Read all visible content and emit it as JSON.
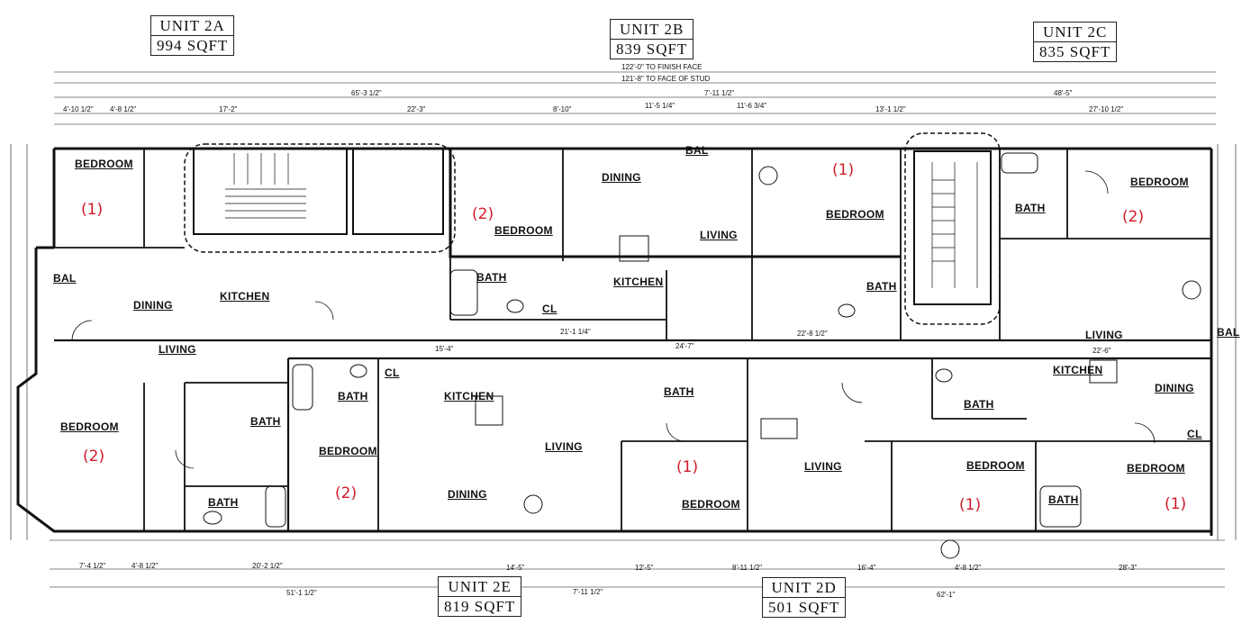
{
  "units": [
    {
      "id": "2A",
      "name": "UNIT 2A",
      "area": "994 SQFT"
    },
    {
      "id": "2B",
      "name": "UNIT 2B",
      "area": "839 SQFT"
    },
    {
      "id": "2C",
      "name": "UNIT 2C",
      "area": "835 SQFT"
    },
    {
      "id": "2E",
      "name": "UNIT 2E",
      "area": "819 SQFT"
    },
    {
      "id": "2D",
      "name": "UNIT 2D",
      "area": "501 SQFT"
    }
  ],
  "rooms": {
    "bedroom": "BEDROOM",
    "bal": "BAL",
    "dining": "DINING",
    "kitchen": "KITCHEN",
    "living": "LIVING",
    "bath": "BATH",
    "cl": "CL"
  },
  "bedroom_marks": {
    "one": "(1)",
    "two": "(2)"
  },
  "dimensions": {
    "overall_finish": "122'-0\" TO FINISH FACE",
    "overall_stud": "121'-8\" TO FACE OF STUD",
    "top_left_run": "65'-3 1/2\"",
    "top_right_run": "48'-5\"",
    "d1": "4'-10 1/2\"",
    "d2": "4'-8 1/2\"",
    "d3": "17'-2\"",
    "d4": "22'-3\"",
    "d5": "8'-10\"",
    "d6": "11'-5 1/4\"",
    "d7": "7'-11 1/2\"",
    "d8": "11'-6 3/4\"",
    "d9": "13'-1 1/2\"",
    "d10": "27'-10 1/2\"",
    "b1": "7'-4 1/2\"",
    "b2": "4'-8 1/2\"",
    "b3": "20'-2 1/2\"",
    "b4": "14'-5\"",
    "b5": "7'-11 1/2\"",
    "b6": "12'-5\"",
    "b7": "8'-11 1/2\"",
    "b8": "16'-4\"",
    "b9": "4'-8 1/2\"",
    "b10": "28'-3\"",
    "b11": "51'-1 1/2\"",
    "b12": "62'-1\"",
    "m1": "21'-1 1/4\"",
    "m2": "22'-8 1/2\"",
    "m3": "24'-7\"",
    "m4": "22'-6\"",
    "m5": "15'-4\""
  }
}
